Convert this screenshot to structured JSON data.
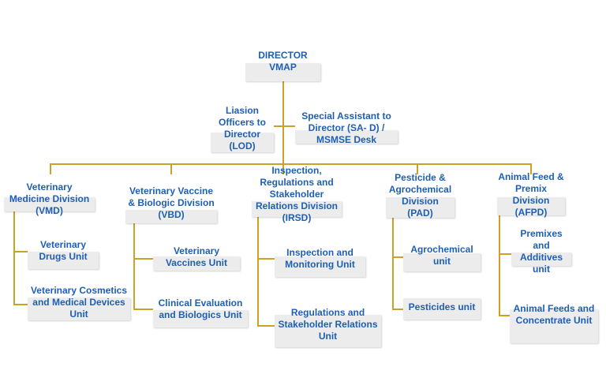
{
  "director": {
    "title": "DIRECTOR\nVMAP"
  },
  "staff": {
    "lod": "Liasion\nOfficers to\nDirector\n(LOD)",
    "sa": "Special Assistant to\nDirector (SA- D) /\nMSMSE Desk"
  },
  "divisions": [
    {
      "name": "Veterinary\nMedicine Division\n(VMD)",
      "units": [
        "Veterinary\nDrugs Unit",
        "Veterinary Cosmetics\nand Medical Devices\nUnit"
      ]
    },
    {
      "name": "Veterinary Vaccine\n& Biologic Division\n(VBD)",
      "units": [
        "Veterinary\nVaccines Unit",
        "Clinical Evaluation\nand Biologics Unit"
      ]
    },
    {
      "name": "Inspection,\nRegulations and\nStakeholder\nRelations Division\n(IRSD)",
      "units": [
        "Inspection and\nMonitoring Unit",
        "Regulations and\nStakeholder Relations\nUnit"
      ]
    },
    {
      "name": "Pesticide &\nAgrochemical\nDivision\n(PAD)",
      "units": [
        "Agrochemical\nunit",
        "Pesticides unit"
      ]
    },
    {
      "name": "Animal Feed &\nPremix\nDivision\n(AFPD)",
      "units": [
        "Premixes\nand\nAdditives\nunit",
        "Animal Feeds and\nConcentrate Unit"
      ]
    }
  ]
}
